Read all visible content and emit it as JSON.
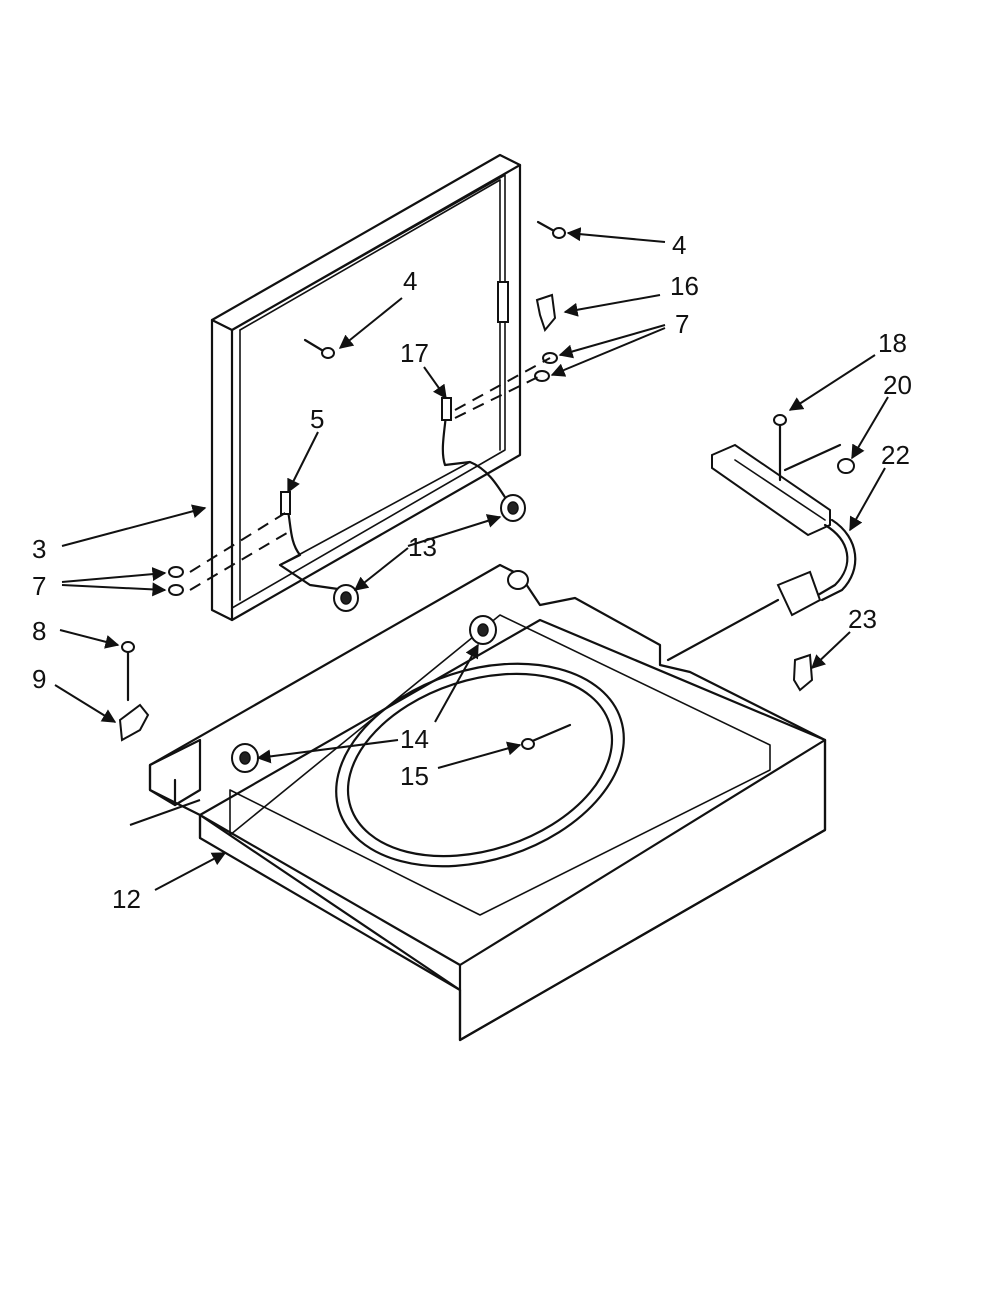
{
  "callouts": {
    "c3": "3",
    "c4a": "4",
    "c4b": "4",
    "c5": "5",
    "c7a": "7",
    "c7b": "7",
    "c8": "8",
    "c9": "9",
    "c12": "12",
    "c13": "13",
    "c14": "14",
    "c15": "15",
    "c16": "16",
    "c17": "17",
    "c18": "18",
    "c20": "20",
    "c22": "22",
    "c23": "23"
  }
}
